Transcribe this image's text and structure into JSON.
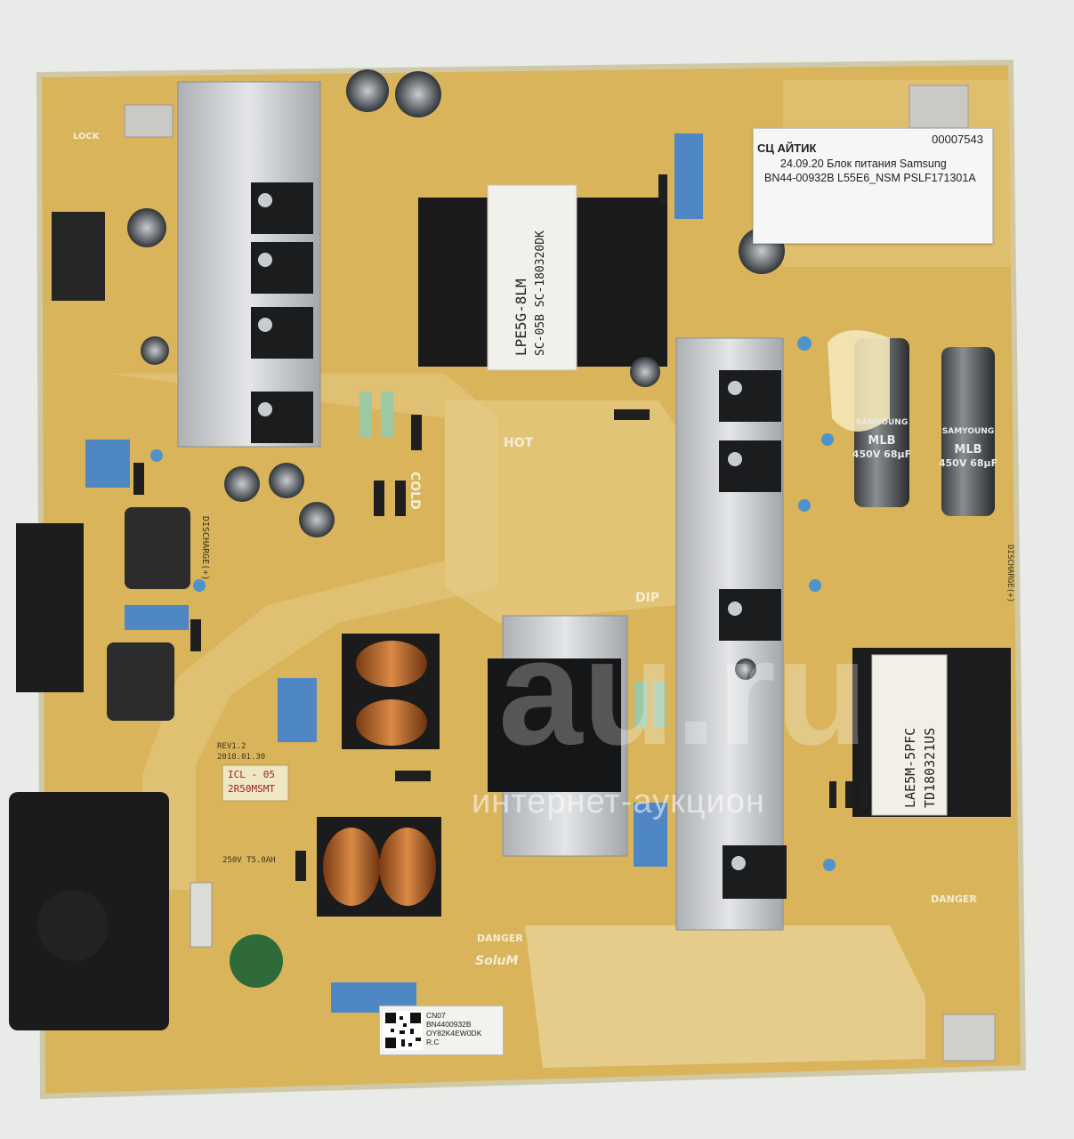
{
  "sticker": {
    "shop": "СЦ АЙТИК",
    "number": "00007543",
    "line1": "24.09.20 Блок питания Samsung",
    "line2": "BN44-00932B L55E6_NSM PSLF171301A"
  },
  "transformer_main": {
    "line1": "LPE5G-8LM",
    "line2": "SC-05B SC-180320DK"
  },
  "transformer_pfc": {
    "line1": "LAE5M-5PFC",
    "line2": "TD180321US"
  },
  "capacitor": {
    "brand": "SAMYOUNG",
    "series": "MLB",
    "rating": "450V 68μF"
  },
  "icl": {
    "line1": "ICL - 05",
    "line2": "2R50MSMT"
  },
  "board_labels": {
    "hot": "HOT",
    "cold": "COLD",
    "dip": "DIP",
    "danger": "DANGER",
    "lock": "LOCK",
    "solum": "SoluM",
    "rev": "REV1.2",
    "date": "2018.01.30",
    "fuse": "250V T5.0AH",
    "discharge": "DISCHARGE(+)",
    "discharge_right": "DISCHARGE(+)"
  },
  "qr_label": {
    "line1": "CN07",
    "line2": "BN4400932B",
    "line3": "OY82K4EW0DK",
    "line4": "R.C"
  },
  "watermark": {
    "big": "au.ru",
    "small": "интернет-аукцион"
  },
  "colors": {
    "pcb": "#d9b45a",
    "pcb_light": "#e6cd86",
    "silk": "#f1e6bf",
    "heatsink": "#c9cbcd",
    "background": "#e9ebe8"
  }
}
